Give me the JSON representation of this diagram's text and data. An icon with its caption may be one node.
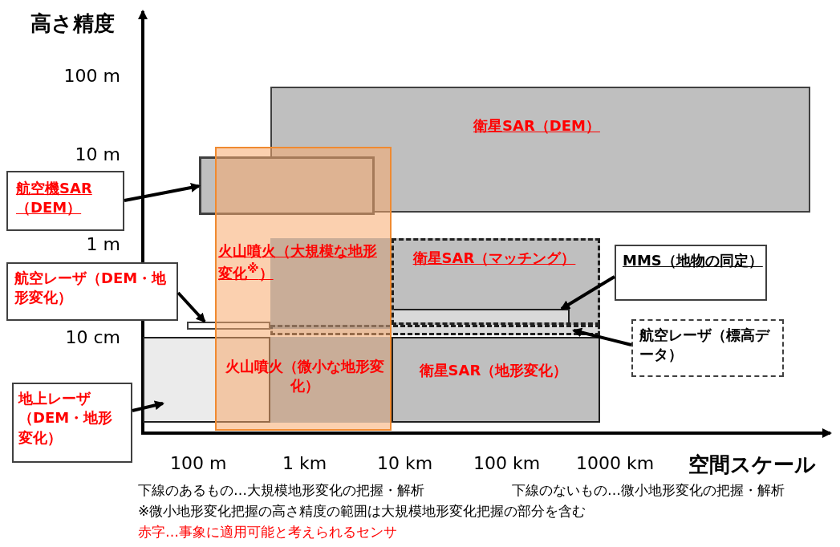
{
  "diagram": {
    "nodes": [
      {
        "text": [
          "衛星SAR（DEM）"
        ]
      },
      {
        "text": [],
        "shape": "box"
      },
      {
        "text": [
          "航空機SAR（DEM）"
        ]
      },
      {
        "text": [
          "火山噴火（大規模な地形変化$^{※}$）",
          "火山噴火（微小な地形変化）"
        ]
      },
      {
        "text": [
          "衛星SAR（マッチング）"
        ]
      },
      {
        "text": [],
        "shape": "bar",
        "in": 4
      },
      {
        "text": [
          "MMS（地物の同定）"
        ]
      },
      {
        "text": [],
        "shape": "bar"
      },
      {
        "text": [
          "航空レーザ（DEM・地形変化）"
        ]
      },
      {
        "text": [],
        "shape": "bar"
      },
      {
        "text": [
          "航空レーザ（標高データ）"
        ]
      },
      {
        "text": [],
        "shape": "box"
      },
      {
        "text": [
          "衛星SAR（地形変化）"
        ]
      },
      {
        "text": [
          "地上レーザ（DEM・地形変化）"
        ]
      }
    ],
    "edges": [
      {
        "from": 2,
        "to": 1,
        "arrow": "to"
      },
      {
        "from": 8,
        "to": 7,
        "arrow": "to"
      },
      {
        "from": 6,
        "to": 5,
        "arrow": "to"
      },
      {
        "from": 10,
        "to": 9,
        "arrow": "to"
      },
      {
        "from": 13,
        "to": 11,
        "arrow": "to"
      }
    ],
    "labels": [
      "高さ精度",
      "100 m",
      "10 m",
      "1 m",
      "10 cm",
      "100 m",
      "1 km",
      "10 km",
      "100 km",
      "1000 km",
      "空間スケール",
      "下線のあるもの…大規模地形変化の把握・解析",
      "下線のないもの…微小地形変化の把握・解析",
      "※微小地形変化把握の高さ精度の範囲は大規模地形変化把握の部分を含む",
      "赤字…事象に適用可能と考えられるセンサ"
    ]
  }
}
